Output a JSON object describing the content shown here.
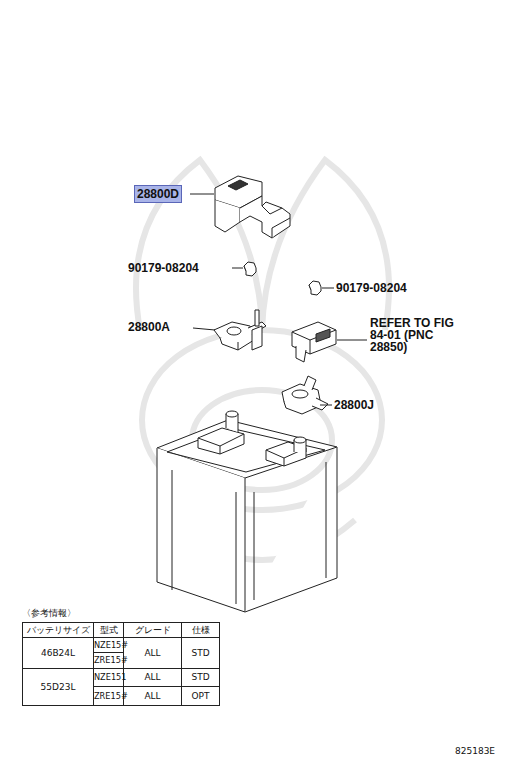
{
  "diagram": {
    "nodes": [
      {
        "text": [
          "28800D"
        ]
      }
    ],
    "labels": [
      "90179-08204",
      "90179-08204",
      "28800A",
      "REFER TO FIG 84-01 (PNC 28850)",
      "28800J",
      "〈参考情報〉",
      "バッテリサイズ",
      "型式",
      "グレード",
      "仕様",
      "46B24L",
      "NZE15#",
      "ZRE15#",
      "ALL",
      "STD",
      "55D23L",
      "NZE151",
      "ALL",
      "STD",
      "ZRE15#",
      "ALL",
      "OPT",
      "825183E"
    ]
  }
}
